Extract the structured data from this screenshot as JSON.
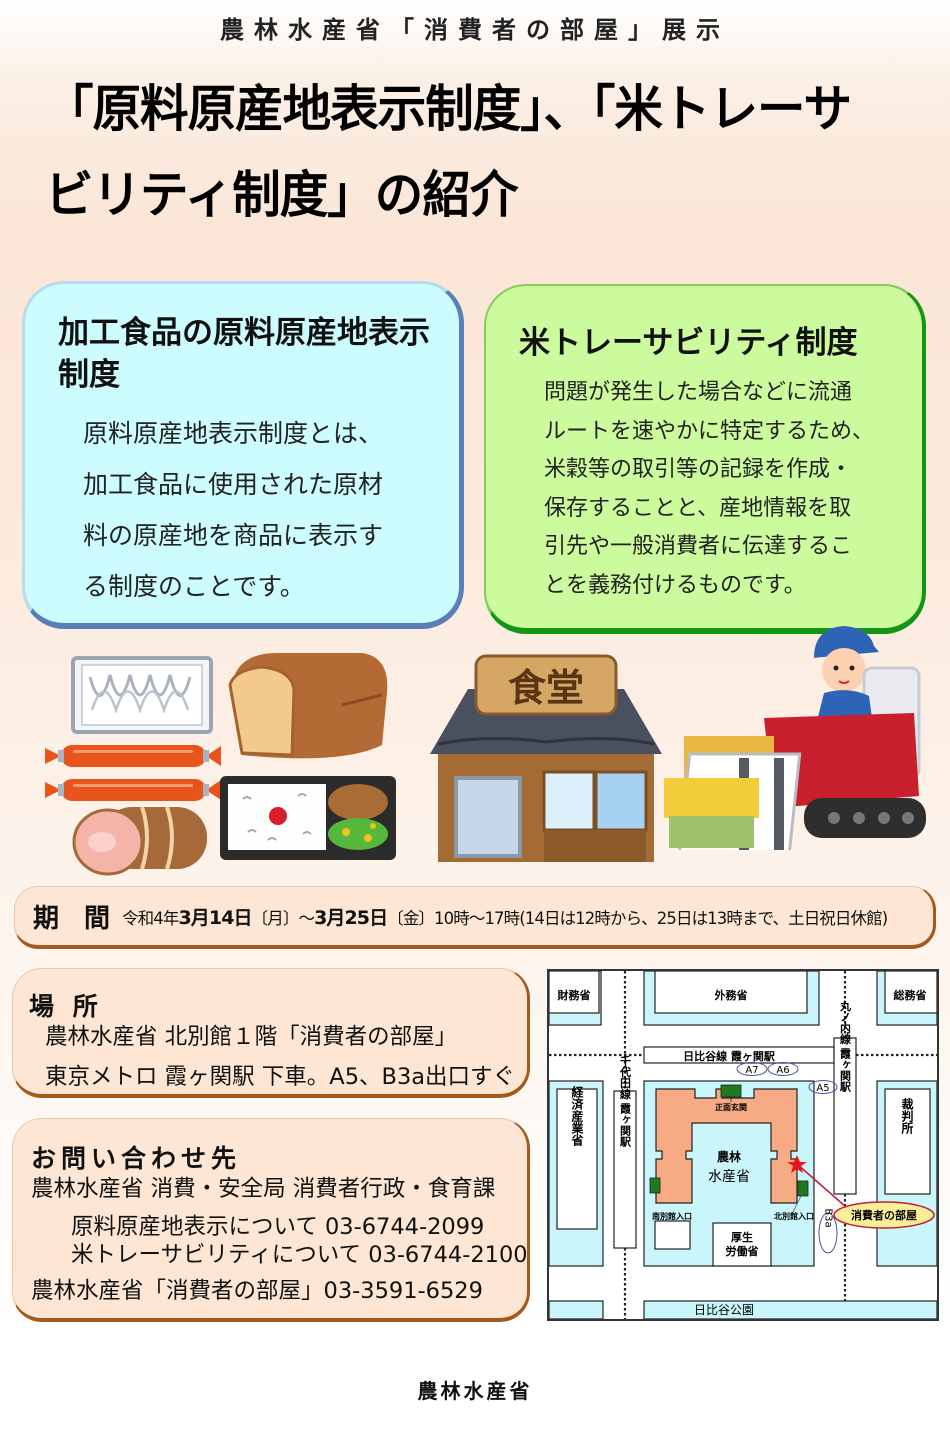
{
  "header": {
    "organizer": "農林水産省「消費者の部屋」展示",
    "title_line1": "「原料原産地表示制度」、「米トレーサ",
    "title_line2": "ビリティ制度」の紹介"
  },
  "boxes": {
    "origin_labeling": {
      "heading": "加工食品の原料原産地表示制度",
      "body_lines": [
        "原料原産地表示制度とは、",
        "加工食品に使用された原材",
        "料の原産地を商品に表示す",
        "る制度のことです。"
      ],
      "bg_color": "#ccfcfe",
      "border_color": "#5a7fb6"
    },
    "rice_traceability": {
      "heading": "米トレーサビリティ制度",
      "body_lines": [
        "問題が発生した場合などに流通",
        "ルートを速やかに特定するため、",
        "米穀等の取引等の記録を作成・",
        "保存することと、産地情報を取",
        "引先や一般消費者に伝達するこ",
        "とを義務付けるものです。"
      ],
      "bg_color": "#ccfb9e",
      "border_color": "#139613"
    }
  },
  "illustrations": {
    "items": [
      "noodles-pack",
      "bread-loaf",
      "sausages",
      "ham",
      "bento-box",
      "shokudo-restaurant",
      "combine-harvester-farmer"
    ],
    "shop_sign": "食堂"
  },
  "period": {
    "label": "期 間",
    "era_year": "令和4年",
    "start_date": "3月14日",
    "start_dow": "〔月〕",
    "tilde": "～",
    "end_date": "3月25日",
    "end_dow": "〔金〕",
    "hours": "10時～17時",
    "note": "(14日は12時から、25日は13時まで、土日祝日休館)"
  },
  "place": {
    "label": "場 所",
    "line1": "農林水産省 北別館１階「消費者の部屋」",
    "line2": "東京メトロ 霞ヶ関駅 下車。A5、B3a出口すぐ"
  },
  "contact": {
    "label": "お問い合わせ先",
    "department": "農林水産省 消費・安全局 消費者行政・食育課",
    "entries": [
      {
        "topic": "原料原産地表示について",
        "phone": "03-6744-2099"
      },
      {
        "topic": "米トレーサビリティについて",
        "phone": "03-6744-2100"
      }
    ],
    "room_line": "農林水産省「消費者の部屋」03-3591-6529"
  },
  "map": {
    "buildings": {
      "zaimusho": "財務省",
      "gaimusho": "外務省",
      "somusho": "総務省",
      "keisansho": "経済産業省",
      "saibansho": "裁判所",
      "maff_line1": "農林",
      "maff_line2": "水産省",
      "mhlw_line1": "厚生",
      "mhlw_line2": "労働省"
    },
    "lines": {
      "hibiya": "日比谷線 霞ヶ関駅",
      "chiyoda": "千代田線 霞ヶ関駅",
      "marunouchi": "丸ノ内線 霞ヶ関駅"
    },
    "exits": [
      "A7",
      "A6",
      "A5",
      "B3a"
    ],
    "entrances": {
      "main": "正面玄関",
      "south": "南別館入口",
      "north": "北別館入口"
    },
    "park": "日比谷公園",
    "destination": "消費者の部屋",
    "colors": {
      "block": "#c9f5fb",
      "building": "#f6ab84",
      "entrance": "#1f7a1f",
      "star": "#e8141c",
      "callout_fill": "#fbef9a",
      "callout_border": "#c0202b",
      "exit_ring": "#5050a8"
    }
  },
  "footer": {
    "organization": "農林水産省"
  }
}
